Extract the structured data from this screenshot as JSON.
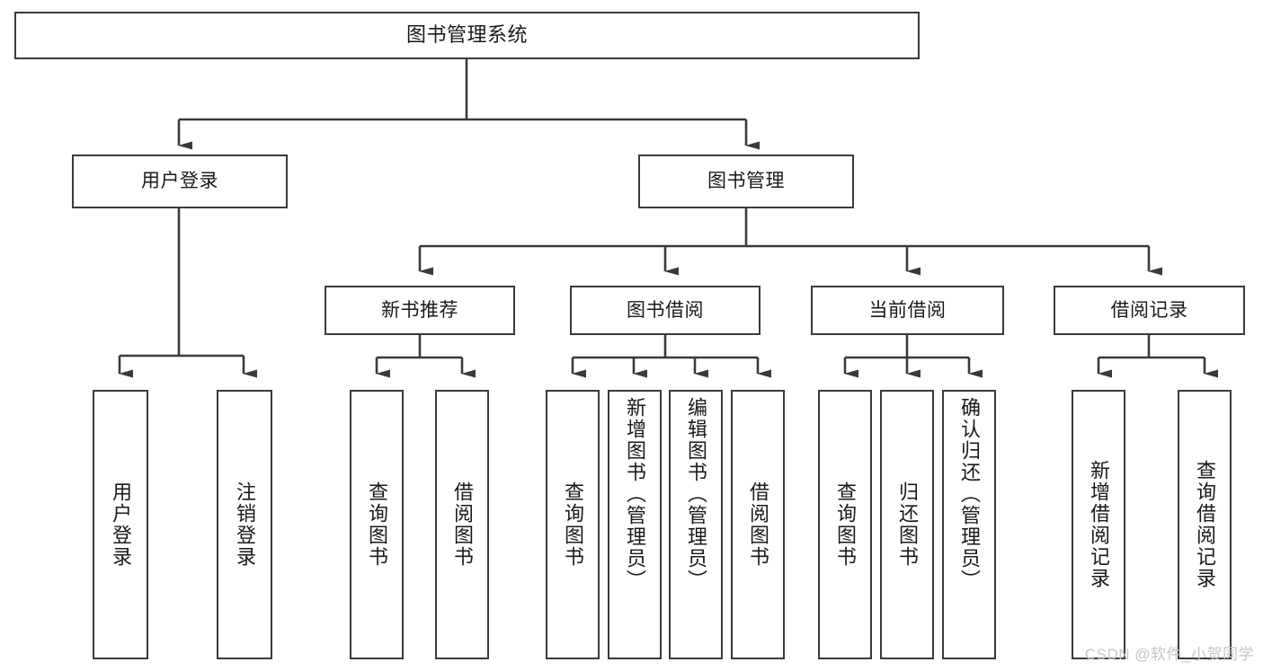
{
  "diagram": {
    "title": "图书管理系统",
    "type": "tree",
    "root": {
      "label": "图书管理系统"
    },
    "level2": [
      {
        "id": "user-login",
        "label": "用户登录"
      },
      {
        "id": "book-manage",
        "label": "图书管理"
      }
    ],
    "level3": [
      {
        "id": "new-book-rec",
        "label": "新书推荐",
        "parent": "book-manage"
      },
      {
        "id": "book-borrow",
        "label": "图书借阅",
        "parent": "book-manage"
      },
      {
        "id": "current-borrow",
        "label": "当前借阅",
        "parent": "book-manage"
      },
      {
        "id": "borrow-record",
        "label": "借阅记录",
        "parent": "book-manage"
      }
    ],
    "leaves": [
      {
        "id": "leaf-user-login",
        "label": "用户登录",
        "parent": "user-login"
      },
      {
        "id": "leaf-logout",
        "label": "注销登录",
        "parent": "user-login"
      },
      {
        "id": "leaf-query-book-1",
        "label": "查询图书",
        "parent": "new-book-rec"
      },
      {
        "id": "leaf-borrow-book-1",
        "label": "借阅图书",
        "parent": "new-book-rec"
      },
      {
        "id": "leaf-query-book-2",
        "label": "查询图书",
        "parent": "book-borrow"
      },
      {
        "id": "leaf-add-book",
        "label": "新增图书（管理员）",
        "parent": "book-borrow"
      },
      {
        "id": "leaf-edit-book",
        "label": "编辑图书（管理员）",
        "parent": "book-borrow"
      },
      {
        "id": "leaf-borrow-book-2",
        "label": "借阅图书",
        "parent": "book-borrow"
      },
      {
        "id": "leaf-query-book-3",
        "label": "查询图书",
        "parent": "current-borrow"
      },
      {
        "id": "leaf-return-book",
        "label": "归还图书",
        "parent": "current-borrow"
      },
      {
        "id": "leaf-confirm-return",
        "label": "确认归还（管理员）",
        "parent": "current-borrow"
      },
      {
        "id": "leaf-add-record",
        "label": "新增借阅记录",
        "parent": "borrow-record"
      },
      {
        "id": "leaf-query-record",
        "label": "查询借阅记录",
        "parent": "borrow-record"
      }
    ]
  },
  "watermark": {
    "text": "CSDN @软件_小贺同学"
  },
  "colors": {
    "line": "#3a3a3a",
    "box_border": "#3a3a3a",
    "box_fill": "#ffffff",
    "text": "#1a1a1a",
    "watermark": "#c6c6c6",
    "background": "#ffffff"
  }
}
